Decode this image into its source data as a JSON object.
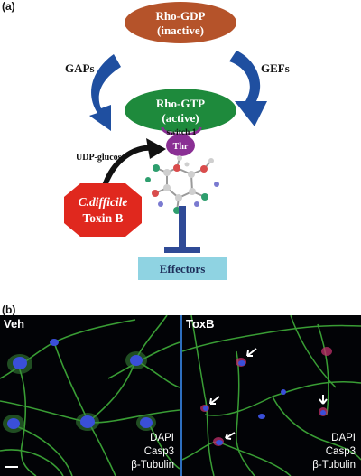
{
  "panel_a": {
    "label": "(a)",
    "rho_gdp": {
      "line1": "Rho-GDP",
      "line2": "(inactive)"
    },
    "rho_gtp": {
      "line1": "Rho-GTP",
      "line2": "(active)"
    },
    "gaps": "GAPs",
    "gefs": "GEFs",
    "switch": "switch 1",
    "thr": "Thr",
    "udp_glucose": "UDP-glucose",
    "toxin": {
      "line1": "C.difficile",
      "line2": "Toxin B"
    },
    "effectors": "Effectors",
    "colors": {
      "rho_gdp": "#b5532a",
      "rho_gtp": "#1e8a3c",
      "arrows": "#1f4fa0",
      "toxin": "#e0281e",
      "thr": "#8a2f94",
      "inhibit": "#2f4a96",
      "effectors_box": "#8fd3e2"
    }
  },
  "panel_b": {
    "label": "(b)",
    "left": {
      "title": "Veh",
      "legend": [
        "DAPI",
        "Casp3",
        "β-Tubulin"
      ]
    },
    "right": {
      "title": "ToxB",
      "legend": [
        "DAPI",
        "Casp3",
        "β-Tubulin"
      ]
    },
    "colors": {
      "divider": "#2e6fbf",
      "tubulin": "#3fae3a",
      "dapi": "#3a4fd8",
      "casp3": "#c0306a"
    }
  }
}
